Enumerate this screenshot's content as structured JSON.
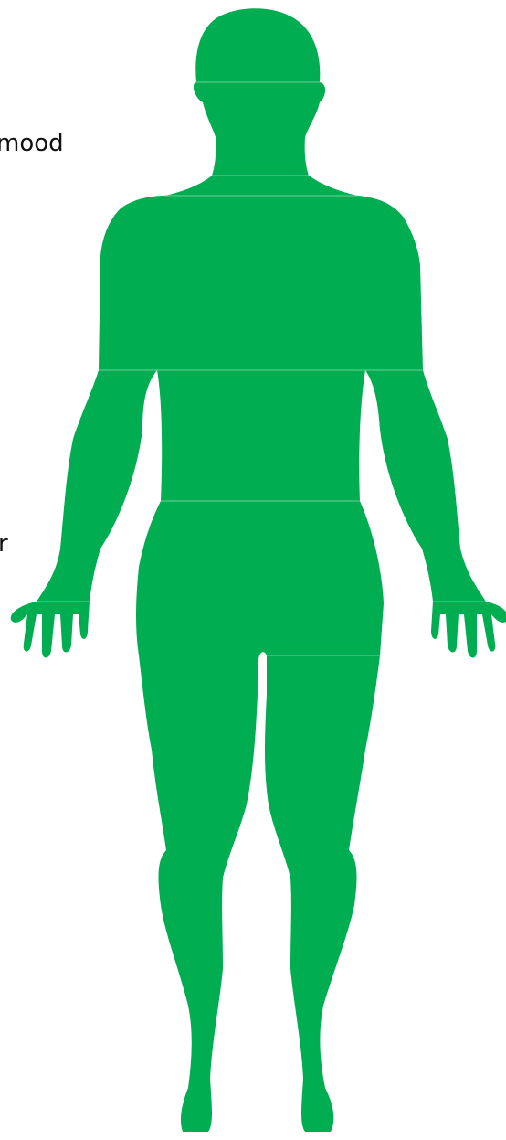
{
  "labels": {
    "top_text": "mood",
    "side_text": "r"
  },
  "body_map": {
    "fill_color": "#00ad50",
    "seam_color": "#6fd09a",
    "regions": [
      "head",
      "neck",
      "chest",
      "abdomen",
      "pelvis",
      "left-hand",
      "right-hand",
      "legs"
    ]
  }
}
